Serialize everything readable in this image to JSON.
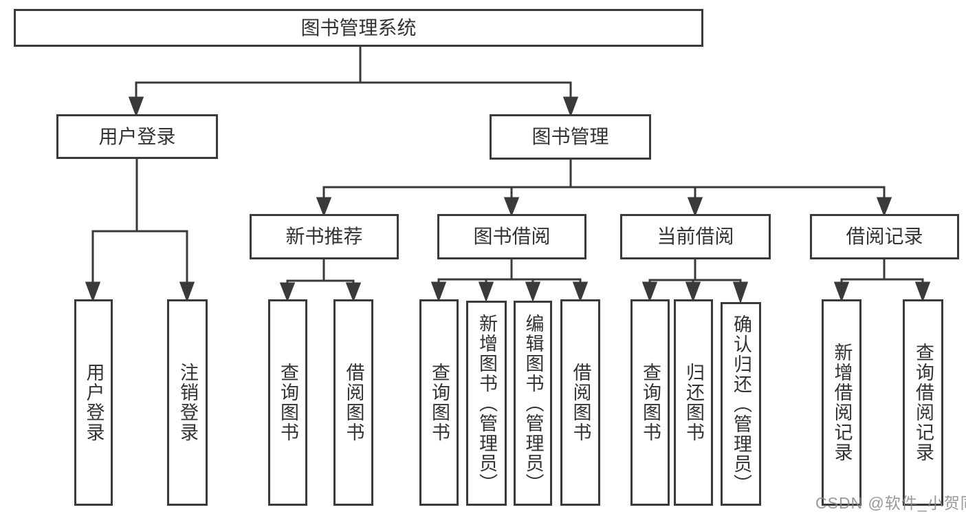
{
  "diagram": {
    "title": "图书管理系统",
    "tree": {
      "root": {
        "label": "图书管理系统"
      },
      "user_login": {
        "label": "用户登录",
        "children": [
          {
            "label": "用户登录"
          },
          {
            "label": "注销登录"
          }
        ]
      },
      "book_mgmt": {
        "label": "图书管理",
        "groups": [
          {
            "label": "新书推荐",
            "children": [
              {
                "label": "查询图书"
              },
              {
                "label": "借阅图书"
              }
            ]
          },
          {
            "label": "图书借阅",
            "children": [
              {
                "label": "查询图书"
              },
              {
                "label": "新增图书（管理员）"
              },
              {
                "label": "编辑图书（管理员）"
              },
              {
                "label": "借阅图书"
              }
            ]
          },
          {
            "label": "当前借阅",
            "children": [
              {
                "label": "查询图书"
              },
              {
                "label": "归还图书"
              },
              {
                "label": "确认归还（管理员）"
              }
            ]
          },
          {
            "label": "借阅记录",
            "children": [
              {
                "label": "新增借阅记录"
              },
              {
                "label": "查询借阅记录"
              }
            ]
          }
        ]
      }
    },
    "colors": {
      "line": "#3a3a3a",
      "text": "#333333",
      "background": "#ffffff",
      "watermark": "#878787"
    }
  },
  "watermark": "CSDN @软件_小贺同学"
}
